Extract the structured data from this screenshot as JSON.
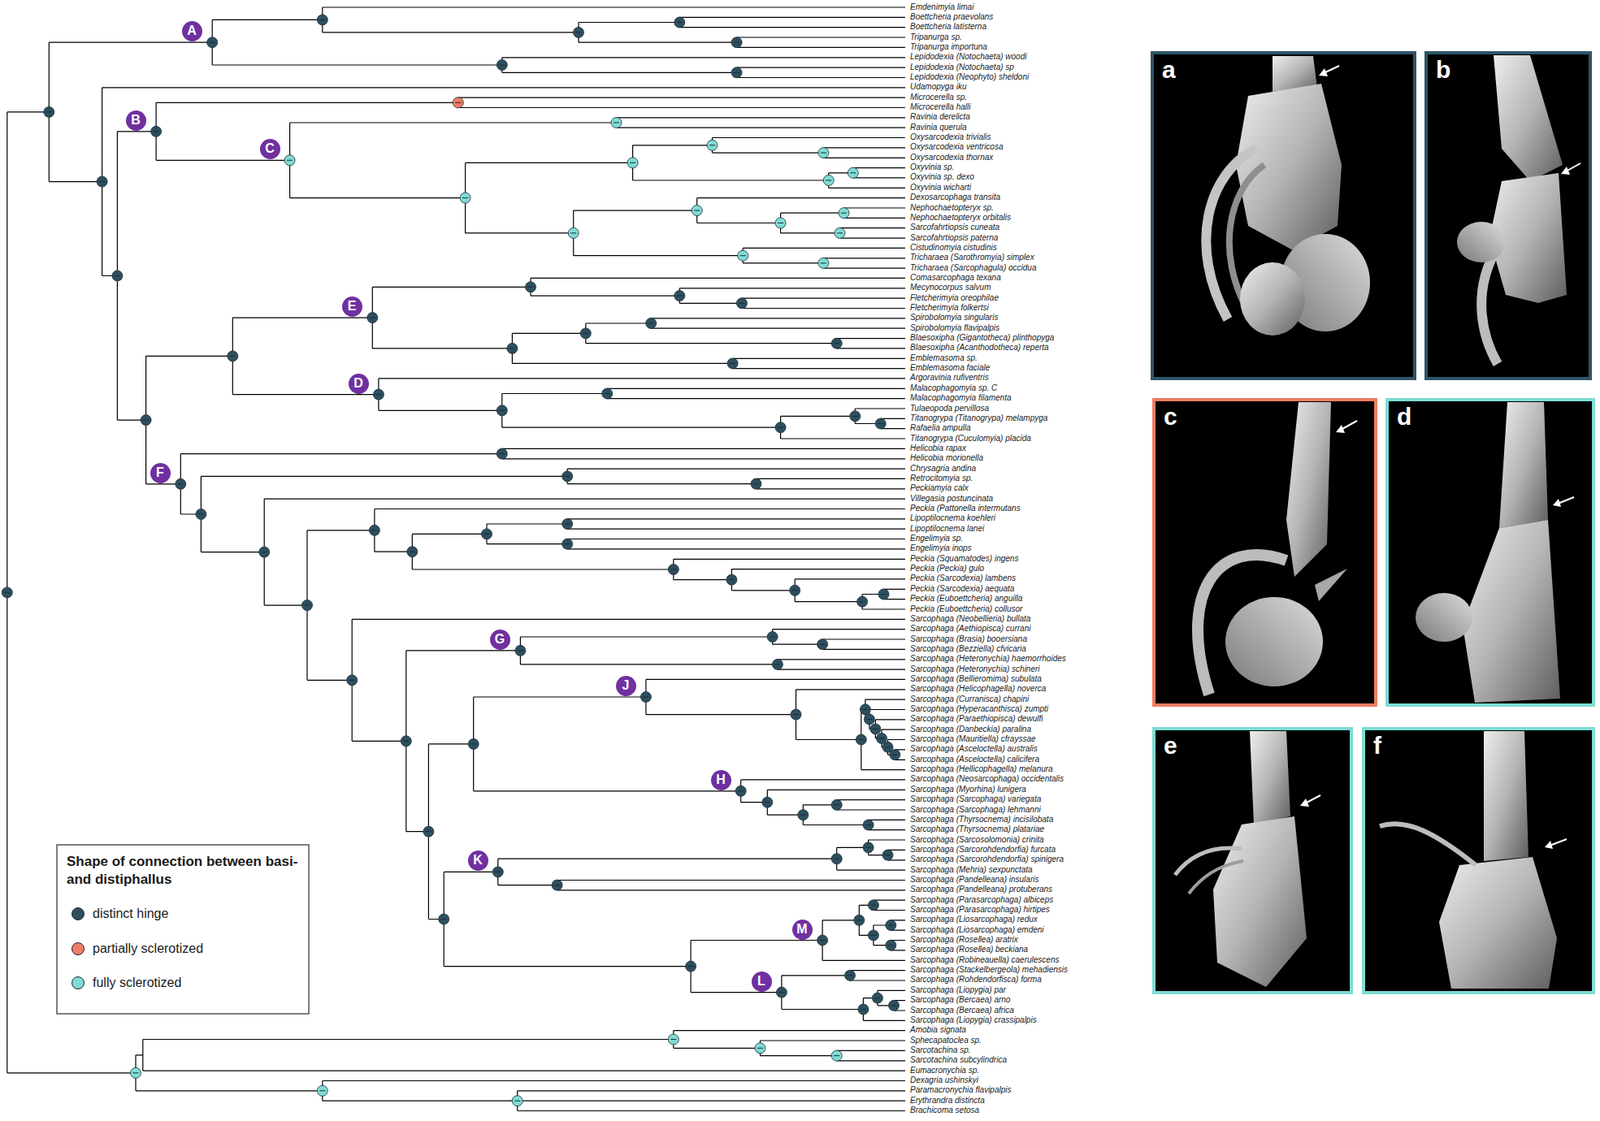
{
  "diagram": {
    "nodes": [
      {
        "text": [
          "A"
        ]
      },
      {
        "text": [
          "B"
        ]
      },
      {
        "text": [
          "C"
        ]
      },
      {
        "text": [
          "E"
        ]
      },
      {
        "text": [
          "D"
        ]
      },
      {
        "text": [
          "F"
        ]
      },
      {
        "text": [
          "G"
        ]
      },
      {
        "text": [
          "J"
        ]
      },
      {
        "text": [
          "H"
        ]
      },
      {
        "text": [
          "K"
        ]
      },
      {
        "text": [
          "M"
        ]
      },
      {
        "text": [
          "L"
        ]
      },
      {
        "text": [
          "a"
        ]
      },
      {
        "text": [
          "b"
        ]
      },
      {
        "text": [
          "c"
        ]
      },
      {
        "text": [
          "d"
        ]
      },
      {
        "text": [
          "e"
        ]
      },
      {
        "text": [
          "f"
        ]
      }
    ],
    "labels": [
      "Emdenimyia limai",
      "Boettcheria praevolans",
      "Boettcheria latisterna",
      "Tripanurga sp.",
      "Tripanurga importuna",
      "Lepidodexia (Notochaeta) woodi",
      "Lepidodexia (Notochaeta) sp",
      "Lepidodexia (Neophyto) sheldoni",
      "Udamopyga iku",
      "Microcerella sp.",
      "Microcerella halli",
      "Ravinia derelicta",
      "Ravinia querula",
      "Oxysarcodexia trivialis",
      "Oxysarcodexia ventricosa",
      "Oxysarcodexia thornax",
      "Oxyvinia sp.",
      "Oxyvinia sp. dexo",
      "Oxyvinia wicharti",
      "Dexosarcophaga transita",
      "Nephochaetopteryx sp.",
      "Nephochaetopteryx orbitalis",
      "Sarcofahrtiopsis cuneata",
      "Sarcofahrtiopsis paterna",
      "Cistudinomyia cistudinis",
      "Tricharaea (Sarothromyia) simplex",
      "Tricharaea (Sarcophagula) occidua",
      "Comasarcophaga texana",
      "Mecynocorpus salvum",
      "Fletcherimyia oreophilae",
      "Fletcherimyia folkertsi",
      "Spirobolomyia singularis",
      "Spirobolomyia flavipalpis",
      "Blaesoxipha (Gigantotheca) plinthopyga",
      "Blaesoxipha (Acanthodotheca) reperta",
      "Emblemasoma sp.",
      "Emblemasoma faciale",
      "Argoravinia rufiventris",
      "Malacophagomyia sp. C",
      "Malacophagomyia filamenta",
      "Tulaeopoda pervillosa",
      "Titanogrypa (Titanogrypa) melampyga",
      "Rafaelia ampulla",
      "Titanogrypa (Cuculomyia) placida",
      "Helicobia rapax",
      "Helicobia morionella",
      "Chrysagria andina",
      "Retrocitomyia sp.",
      "Peckiamyia calx",
      "Villegasia postuncinata",
      "Peckia (Pattonella intermutans",
      "Lipoptilocnema koehleri",
      "Lipoptilocnema lanei",
      "Engelimyia sp.",
      "Engelimyia inops",
      "Peckia (Squamatodes) ingens",
      "Peckia (Peckia) gulo",
      "Peckia (Sarcodexia) lambens",
      "Peckia (Sarcodexia) aequata",
      "Peckia (Euboettcheria) anguilla",
      "Peckia (Euboettcheria) collusor",
      "Sarcophaga (Neobellieria) bullata",
      "Sarcophaga (Aethiopisca) currani",
      "Sarcophaga (Brasia) booersiana",
      "Sarcophaga (Bezziella) cfvicaria",
      "Sarcophaga (Heteronychia) haemorrhoides",
      "Sarcophaga (Heteronychia) schineri",
      "Sarcophaga (Bellieromima) subulata",
      "Sarcophaga (Helicophagella) noverca",
      "Sarcophaga (Curranisca) chapini",
      "Sarcophaga (Hyperacanthisca) zumpti",
      "Sarcophaga (Paraethiopisca) dewulfi",
      "Sarcophaga (Danbeckia) paralina",
      "Sarcophaga (Mauritiella) cfrayssae",
      "Sarcophaga (Asceloctella) australis",
      "Sarcophaga (Asceloctella) calicifera",
      "Sarcophaga (Hellicophagella) melanura",
      "Sarcophaga (Neosarcophaga) occidentalis",
      "Sarcophaga (Myorhina) lunigera",
      "Sarcophaga (Sarcophaga) variegata",
      "Sarcophaga (Sarcophaga) lehmanni",
      "Sarcophaga (Thyrsocnema) incisilobata",
      "Sarcophaga (Thyrsocnema) platariae",
      "Sarcophaga (Sarcosolomonia) crinita",
      "Sarcophaga (Sarcorohdendorfia) furcata",
      "Sarcophaga (Sarcorohdendorfia) spinigera",
      "Sarcophaga (Mehria) sexpunctata",
      "Sarcophaga (Pandelleana) insularis",
      "Sarcophaga (Pandelleana) protuberans",
      "Sarcophaga (Parasarcophaga) albiceps",
      "Sarcophaga (Parasarcophaga) hirtipes",
      "Sarcophaga (Liosarcophaga) redux",
      "Sarcophaga (Liosarcophaga) emdeni",
      "Sarcophaga (Rosellea) aratrix",
      "Sarcophaga (Rosellea) beckiana",
      "Sarcophaga (Robineauella) caerulescens",
      "Sarcophaga (Stackelbergeola) mehadiensis",
      "Sarcophaga (Rohdendorfisca) forma",
      "Sarcophaga (Liopygia) par",
      "Sarcophaga (Bercaea) arno",
      "Sarcophaga (Bercaea) africa",
      "Sarcophaga (Liopygia) crassipalpis",
      "Amobia signata",
      "Sphecapatoclea sp.",
      "Sarcotachina sp.",
      "Sarcotachina subcylindrica",
      "Eumacronychia sp.",
      "Dexagria ushinskyi",
      "Paramacronychia flavipalpis",
      "Erythrandra distincta",
      "Brachicoma setosa",
      "Shape of connection between basi- and distiphallus"
    ],
    "legend": [
      {
        "text": "distinct hinge",
        "color": "#2d4f5f"
      },
      {
        "text": "partially sclerotized",
        "color": "#f07c64"
      },
      {
        "text": "fully sclerotized",
        "color": "#7fdcd4"
      }
    ]
  }
}
